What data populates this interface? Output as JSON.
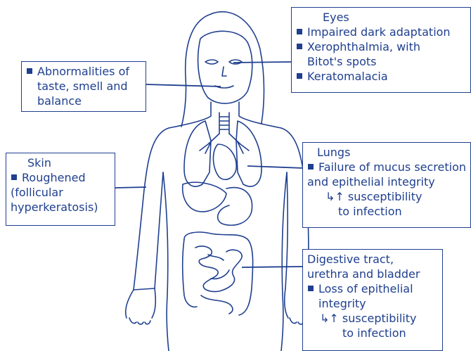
{
  "colors": {
    "ink": "#1f3f8f",
    "background": "#ffffff"
  },
  "boxes": {
    "eyes": {
      "title": "Eyes",
      "items": [
        "Impaired dark adaptation",
        "Xerophthalmia, with",
        "Keratomalacia"
      ],
      "continuation": "Bitot's spots"
    },
    "taste": {
      "lines": [
        "Abnormalities of",
        "taste, smell and",
        "balance"
      ]
    },
    "skin": {
      "title": "Skin",
      "item": "Roughened",
      "lines": [
        "(follicular",
        "hyperkeratosis)"
      ]
    },
    "lungs": {
      "title": "Lungs",
      "item": "Failure of mucus secretion",
      "line2": "and epithelial integrity",
      "arrow": "↳↑ susceptibility",
      "line4": "to infection"
    },
    "digestive": {
      "title1": "Digestive tract,",
      "title2": "urethra and bladder",
      "item": "Loss of epithelial",
      "line2": "integrity",
      "arrow": "↳↑ susceptibility",
      "line4": "to infection"
    }
  }
}
